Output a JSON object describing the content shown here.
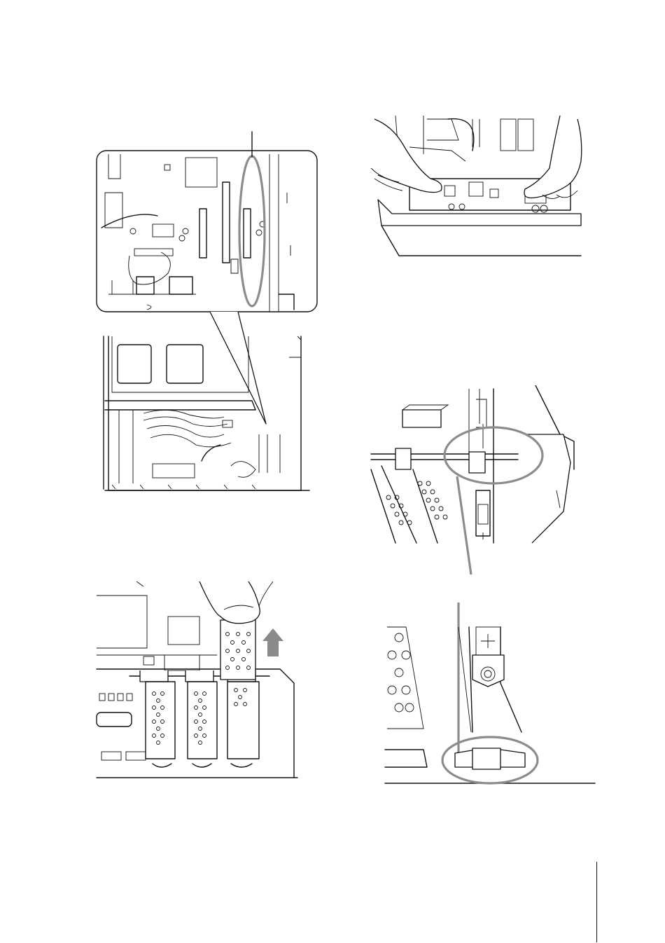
{
  "page": {
    "figures": [
      {
        "id": "fig-motherboard-slot-callout",
        "icon": "motherboard-expansion-slot-icon"
      },
      {
        "id": "fig-hands-inserting-card",
        "icon": "hands-inserting-card-icon"
      },
      {
        "id": "fig-removing-slot-cover",
        "icon": "removing-slot-cover-icon"
      },
      {
        "id": "fig-bracket-latch-detail",
        "icon": "bracket-latch-detail-icon"
      }
    ],
    "colors": {
      "line": "#111111",
      "highlight": "#8c8c8c",
      "background": "#ffffff"
    }
  }
}
